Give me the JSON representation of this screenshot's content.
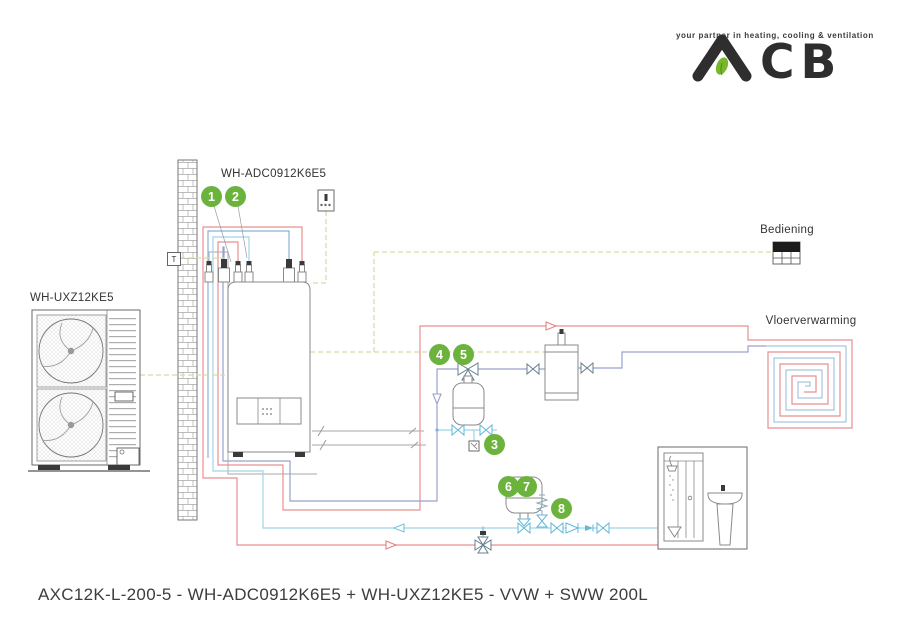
{
  "logo": {
    "letters": "CB",
    "full_name": "ACB",
    "tagline": "your partner in heating, cooling & ventilation"
  },
  "labels": {
    "outdoor_unit": "WH-UXZ12KE5",
    "indoor_unit": "WH-ADC0912K6E5",
    "control_panel": "Bediening",
    "floor_heating": "Vloerverwarming",
    "temp_sensor": "T"
  },
  "badges": [
    {
      "n": "1"
    },
    {
      "n": "2"
    },
    {
      "n": "3"
    },
    {
      "n": "4"
    },
    {
      "n": "5"
    },
    {
      "n": "6"
    },
    {
      "n": "7"
    },
    {
      "n": "8"
    }
  ],
  "caption": "AXC12K-L-200-5 - WH-ADC0912K6E5 + WH-UXZ12KE5 - VVW + SWW 200L",
  "colors": {
    "red": "#e89090",
    "lightblue": "#9fd4e8",
    "blue": "#8ab0d8",
    "violet": "#9aa0cc",
    "steel": "#a6c6dc",
    "dash": "#d6d9a6",
    "green": "#6bb33d"
  }
}
